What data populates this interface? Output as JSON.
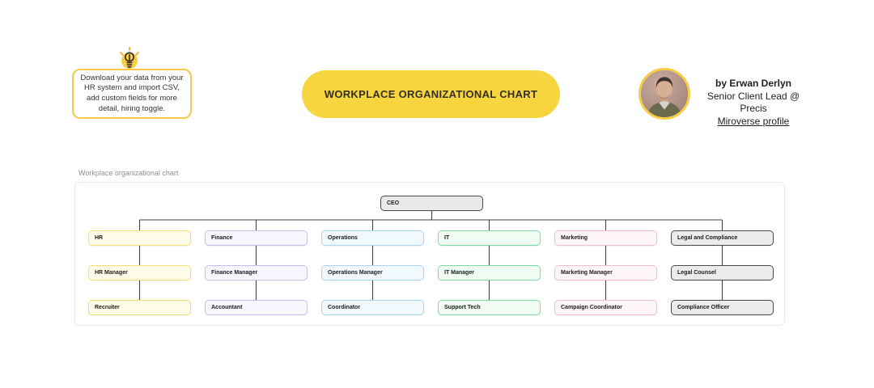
{
  "hint_note": {
    "text": "Download your data from your HR system and import CSV, add custom fields for more detail, hiring toggle.",
    "icon": "lightbulb-icon",
    "border_color": "#F6C94A"
  },
  "title_banner": {
    "label": "WORKPLACE ORGANIZATIONAL CHART",
    "background_color": "#F6D53F"
  },
  "author": {
    "byline": "by Erwan Derlyn",
    "role": "Senior Client Lead @ Precis",
    "profile_link": "Miroverse profile",
    "avatar_ring_color": "#F6CE45"
  },
  "frame": {
    "label": "Workplace organizational chart"
  },
  "org_chart": {
    "type": "org-tree",
    "root": {
      "label": "CEO",
      "colors": {
        "fill": "#E9E9E9",
        "border": "#4A4A4A"
      }
    },
    "columns": [
      {
        "dept": "HR",
        "manager": "HR Manager",
        "staff": "Recruiter",
        "colors": {
          "fill": "#FEFCE8",
          "border": "#F2DE71"
        }
      },
      {
        "dept": "Finance",
        "manager": "Finance Manager",
        "staff": "Accountant",
        "colors": {
          "fill": "#F8F6FE",
          "border": "#C9BCEF"
        }
      },
      {
        "dept": "Operations",
        "manager": "Operations Manager",
        "staff": "Coordinator",
        "colors": {
          "fill": "#F1F8FE",
          "border": "#A9D7F2"
        }
      },
      {
        "dept": "IT",
        "manager": "IT Manager",
        "staff": "Support Tech",
        "colors": {
          "fill": "#EFFBF3",
          "border": "#7FDCA4"
        }
      },
      {
        "dept": "Marketing",
        "manager": "Marketing Manager",
        "staff": "Campaign Coordinator",
        "colors": {
          "fill": "#FEF5F7",
          "border": "#F2BFCB"
        }
      },
      {
        "dept": "Legal and Compliance",
        "manager": "Legal Counsel",
        "staff": "Compliance Officer",
        "colors": {
          "fill": "#EBEBEB",
          "border": "#4A4A4A"
        }
      }
    ],
    "connector_color": "#3F3F3F"
  }
}
